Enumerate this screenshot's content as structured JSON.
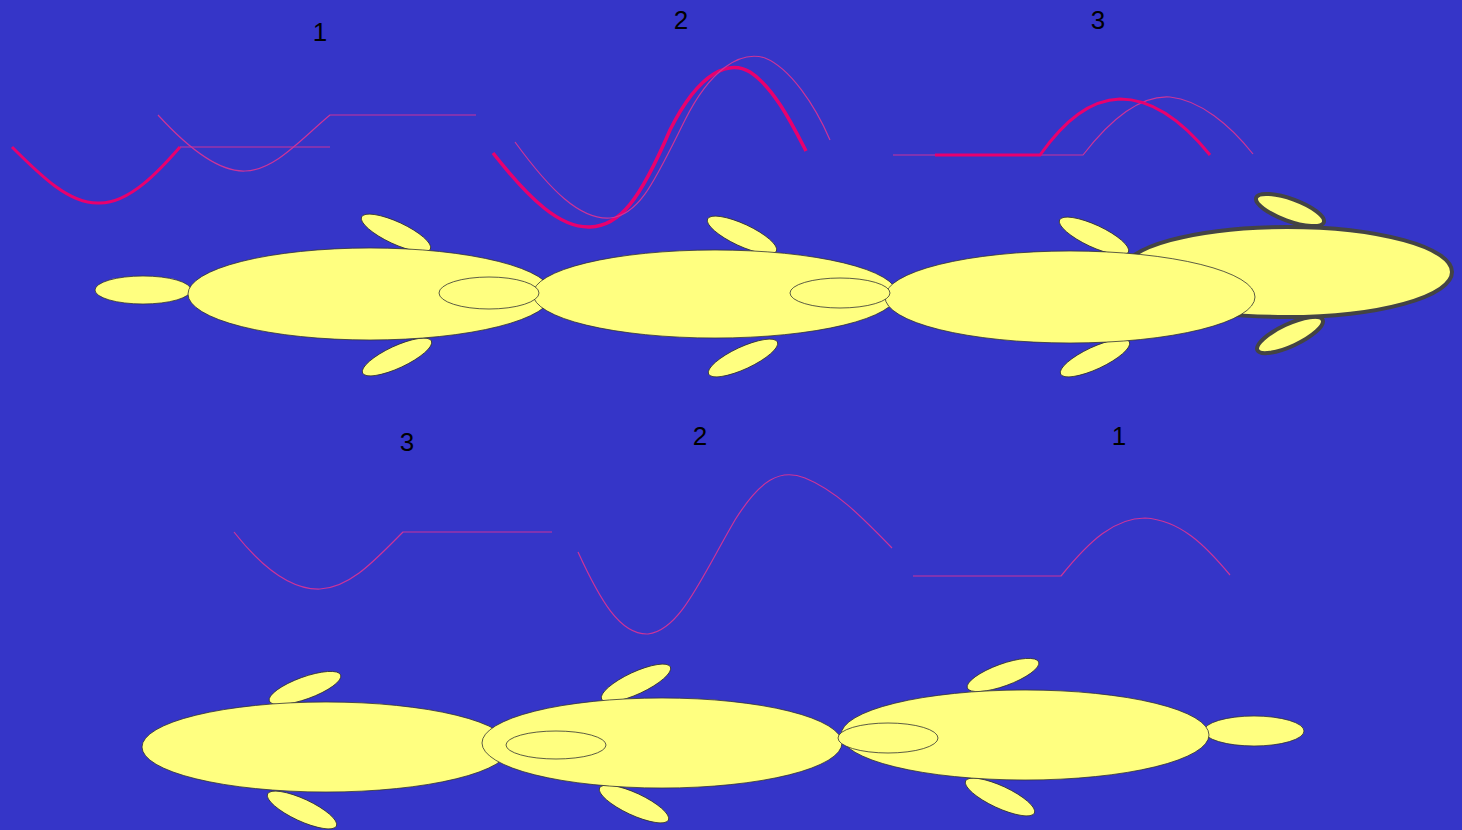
{
  "diagram": {
    "labels": [
      "1",
      "2",
      "3",
      "3",
      "2",
      "1"
    ]
  }
}
